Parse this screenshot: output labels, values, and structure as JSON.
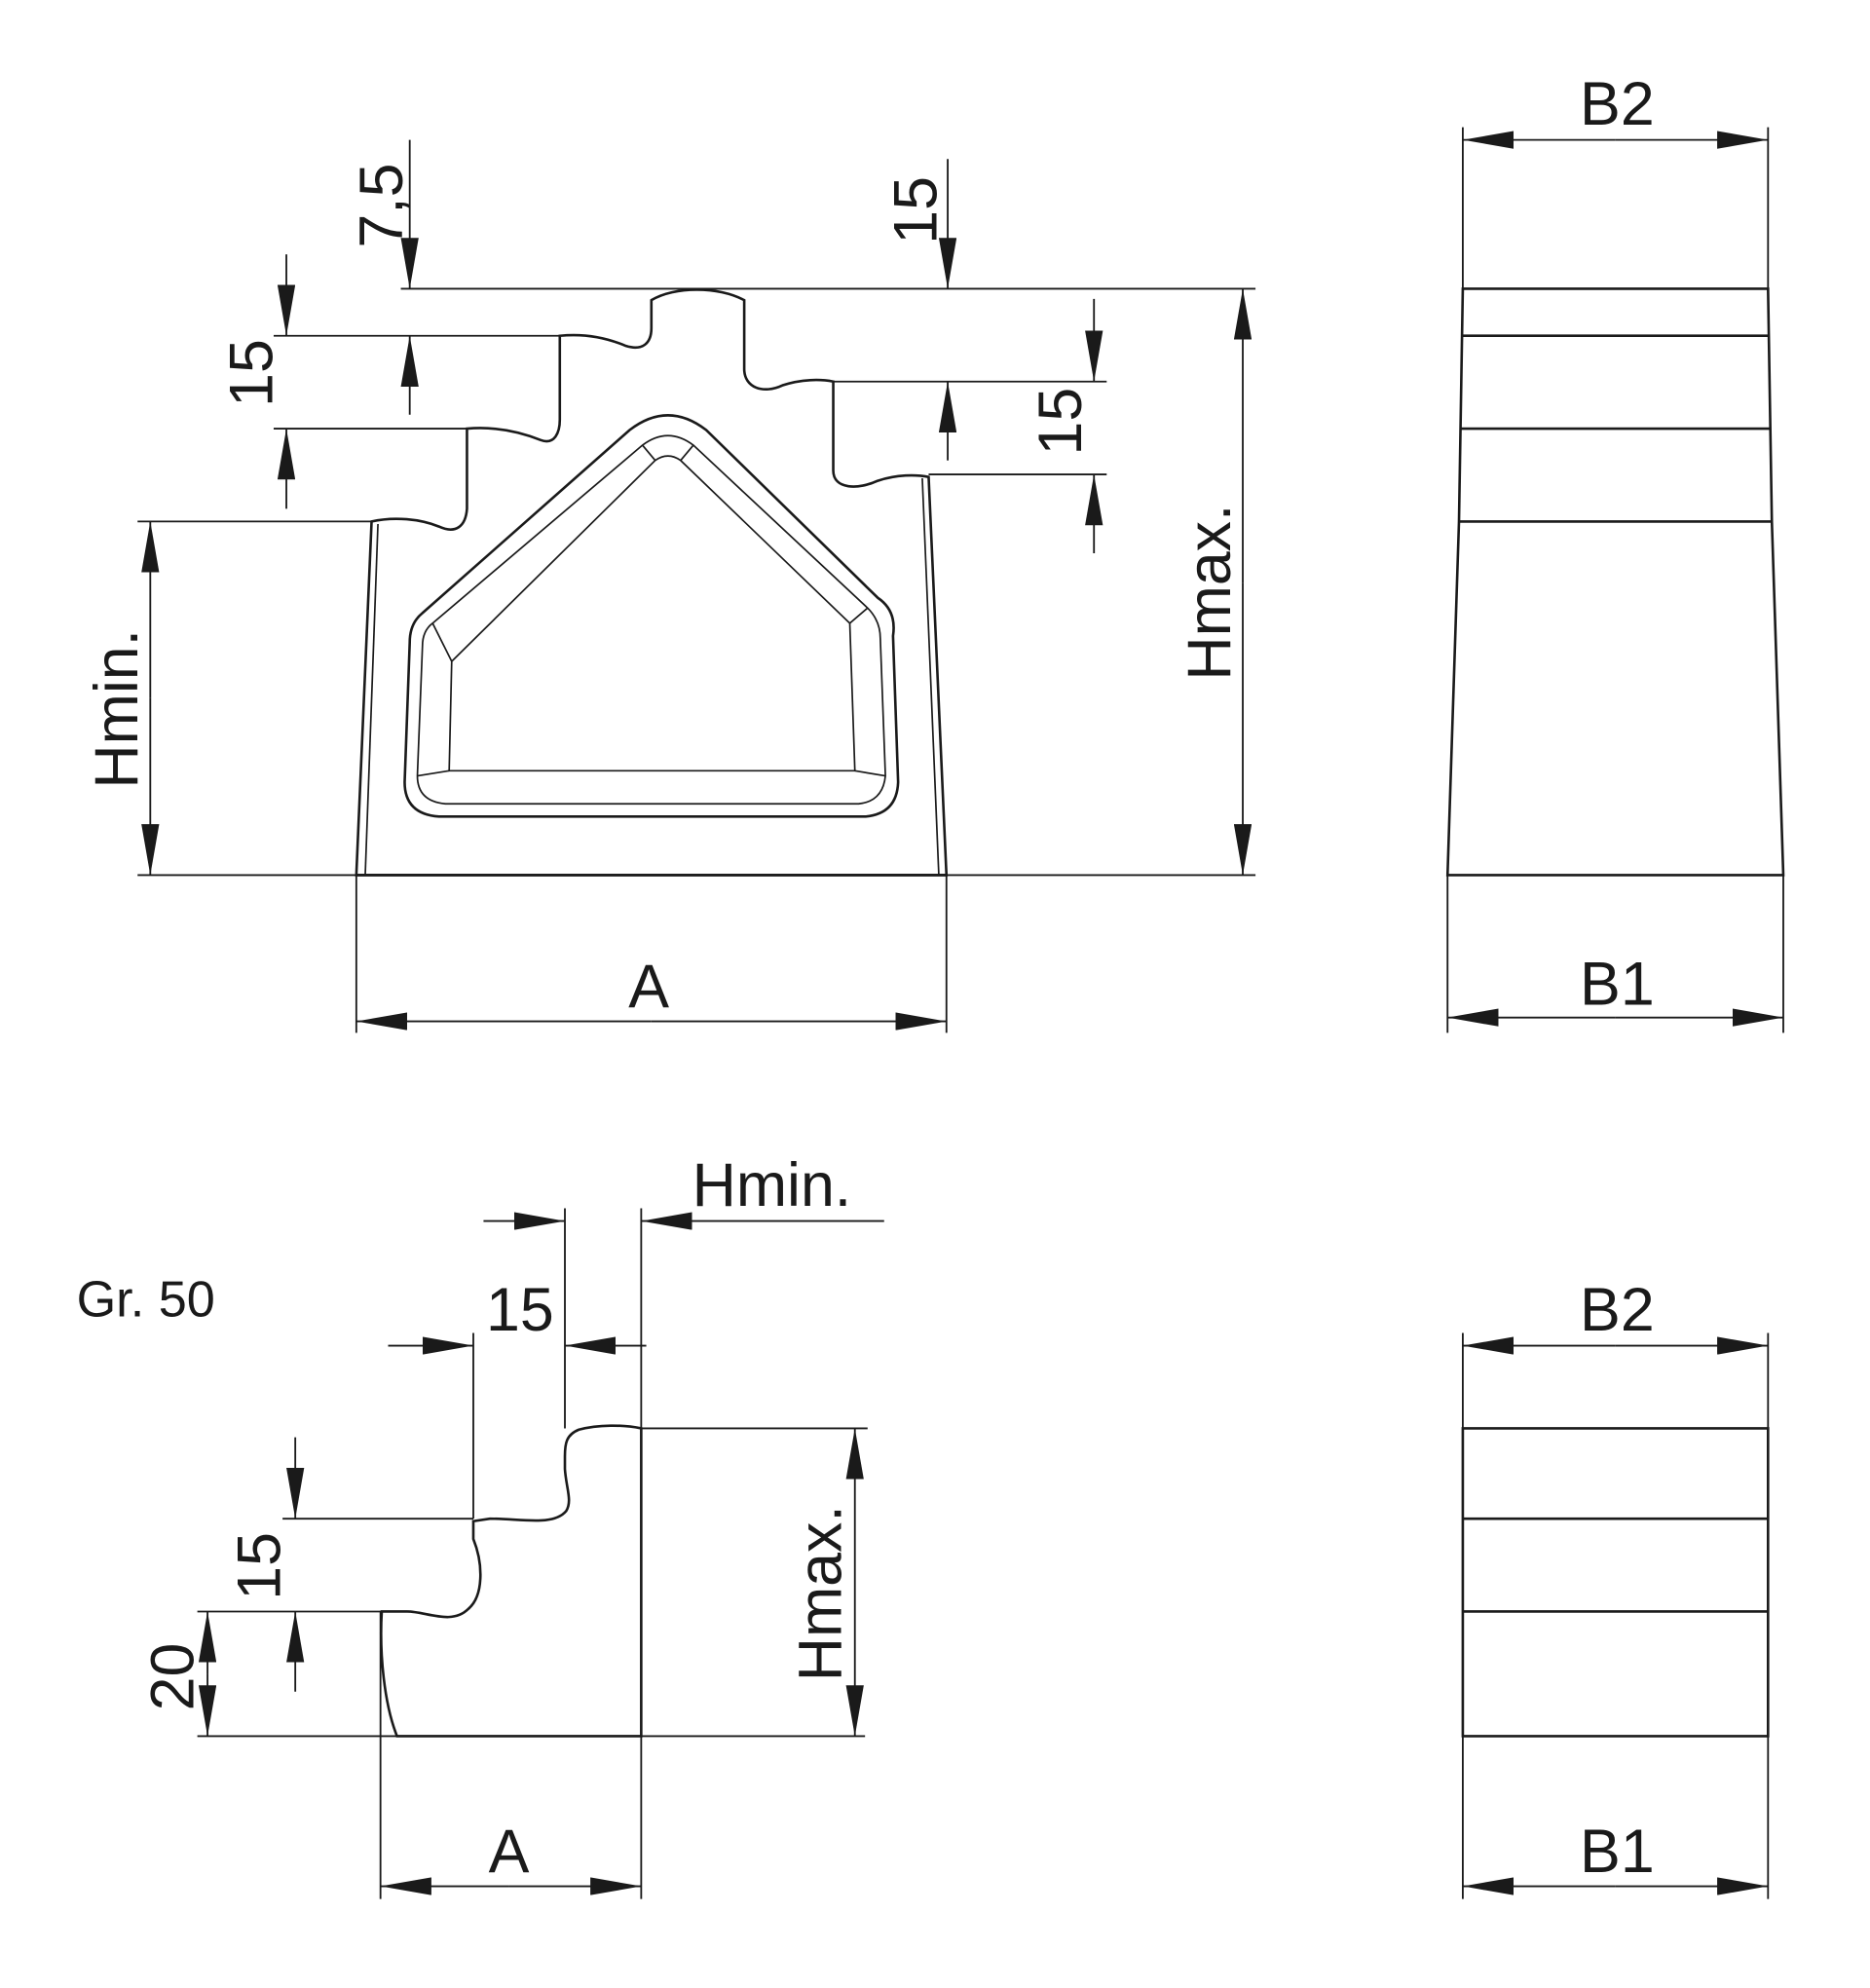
{
  "labels": {
    "b2": "B2",
    "b1": "B1",
    "a": "A",
    "hmin": "Hmin.",
    "hmax": "Hmax.",
    "fifteen": "15",
    "seven_five": "7,5",
    "twenty": "20",
    "size": "Gr. 50"
  }
}
